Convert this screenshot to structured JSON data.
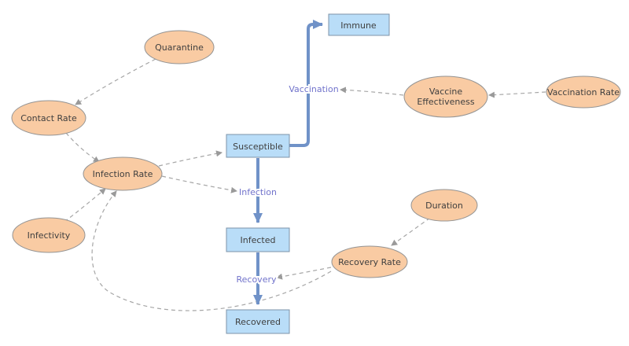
{
  "diagram": {
    "stocks": [
      {
        "id": "immune",
        "label": "Immune"
      },
      {
        "id": "susceptible",
        "label": "Susceptible"
      },
      {
        "id": "infected",
        "label": "Infected"
      },
      {
        "id": "recovered",
        "label": "Recovered"
      }
    ],
    "variables": [
      {
        "id": "quarantine",
        "label": "Quarantine"
      },
      {
        "id": "contact-rate",
        "label": "Contact Rate"
      },
      {
        "id": "infection-rate",
        "label": "Infection Rate"
      },
      {
        "id": "infectivity",
        "label": "Infectivity"
      },
      {
        "id": "vaccine-effectiveness",
        "label_line1": "Vaccine",
        "label_line2": "Effectiveness"
      },
      {
        "id": "vaccination-rate",
        "label": "Vaccination Rate"
      },
      {
        "id": "duration",
        "label": "Duration"
      },
      {
        "id": "recovery-rate",
        "label": "Recovery Rate"
      }
    ],
    "flows": [
      {
        "id": "vaccination",
        "label": "Vaccination",
        "from": "Susceptible",
        "to": "Immune"
      },
      {
        "id": "infection",
        "label": "Infection",
        "from": "Susceptible",
        "to": "Infected"
      },
      {
        "id": "recovery",
        "label": "Recovery",
        "from": "Infected",
        "to": "Recovered"
      }
    ],
    "links": [
      {
        "from": "Quarantine",
        "to": "Contact Rate"
      },
      {
        "from": "Contact Rate",
        "to": "Infection Rate"
      },
      {
        "from": "Infectivity",
        "to": "Infection Rate"
      },
      {
        "from": "Infection Rate",
        "to": "Susceptible"
      },
      {
        "from": "Infection Rate",
        "to": "Infection"
      },
      {
        "from": "Vaccine Effectiveness",
        "to": "Vaccination"
      },
      {
        "from": "Vaccination Rate",
        "to": "Vaccine Effectiveness"
      },
      {
        "from": "Duration",
        "to": "Recovery Rate"
      },
      {
        "from": "Recovery Rate",
        "to": "Recovery"
      },
      {
        "from": "Recovery Rate",
        "to": "Infection Rate"
      }
    ]
  },
  "colors": {
    "background": "#ffffff",
    "stock_fill": "#b9ddf8",
    "stock_stroke": "#7e93a8",
    "variable_fill": "#f9cba3",
    "variable_stroke": "#949494",
    "flow_stroke": "#7092c8",
    "flow_label_text": "#7173cb",
    "link_stroke": "#a6a6a6",
    "node_text": "#3f3f3f"
  }
}
